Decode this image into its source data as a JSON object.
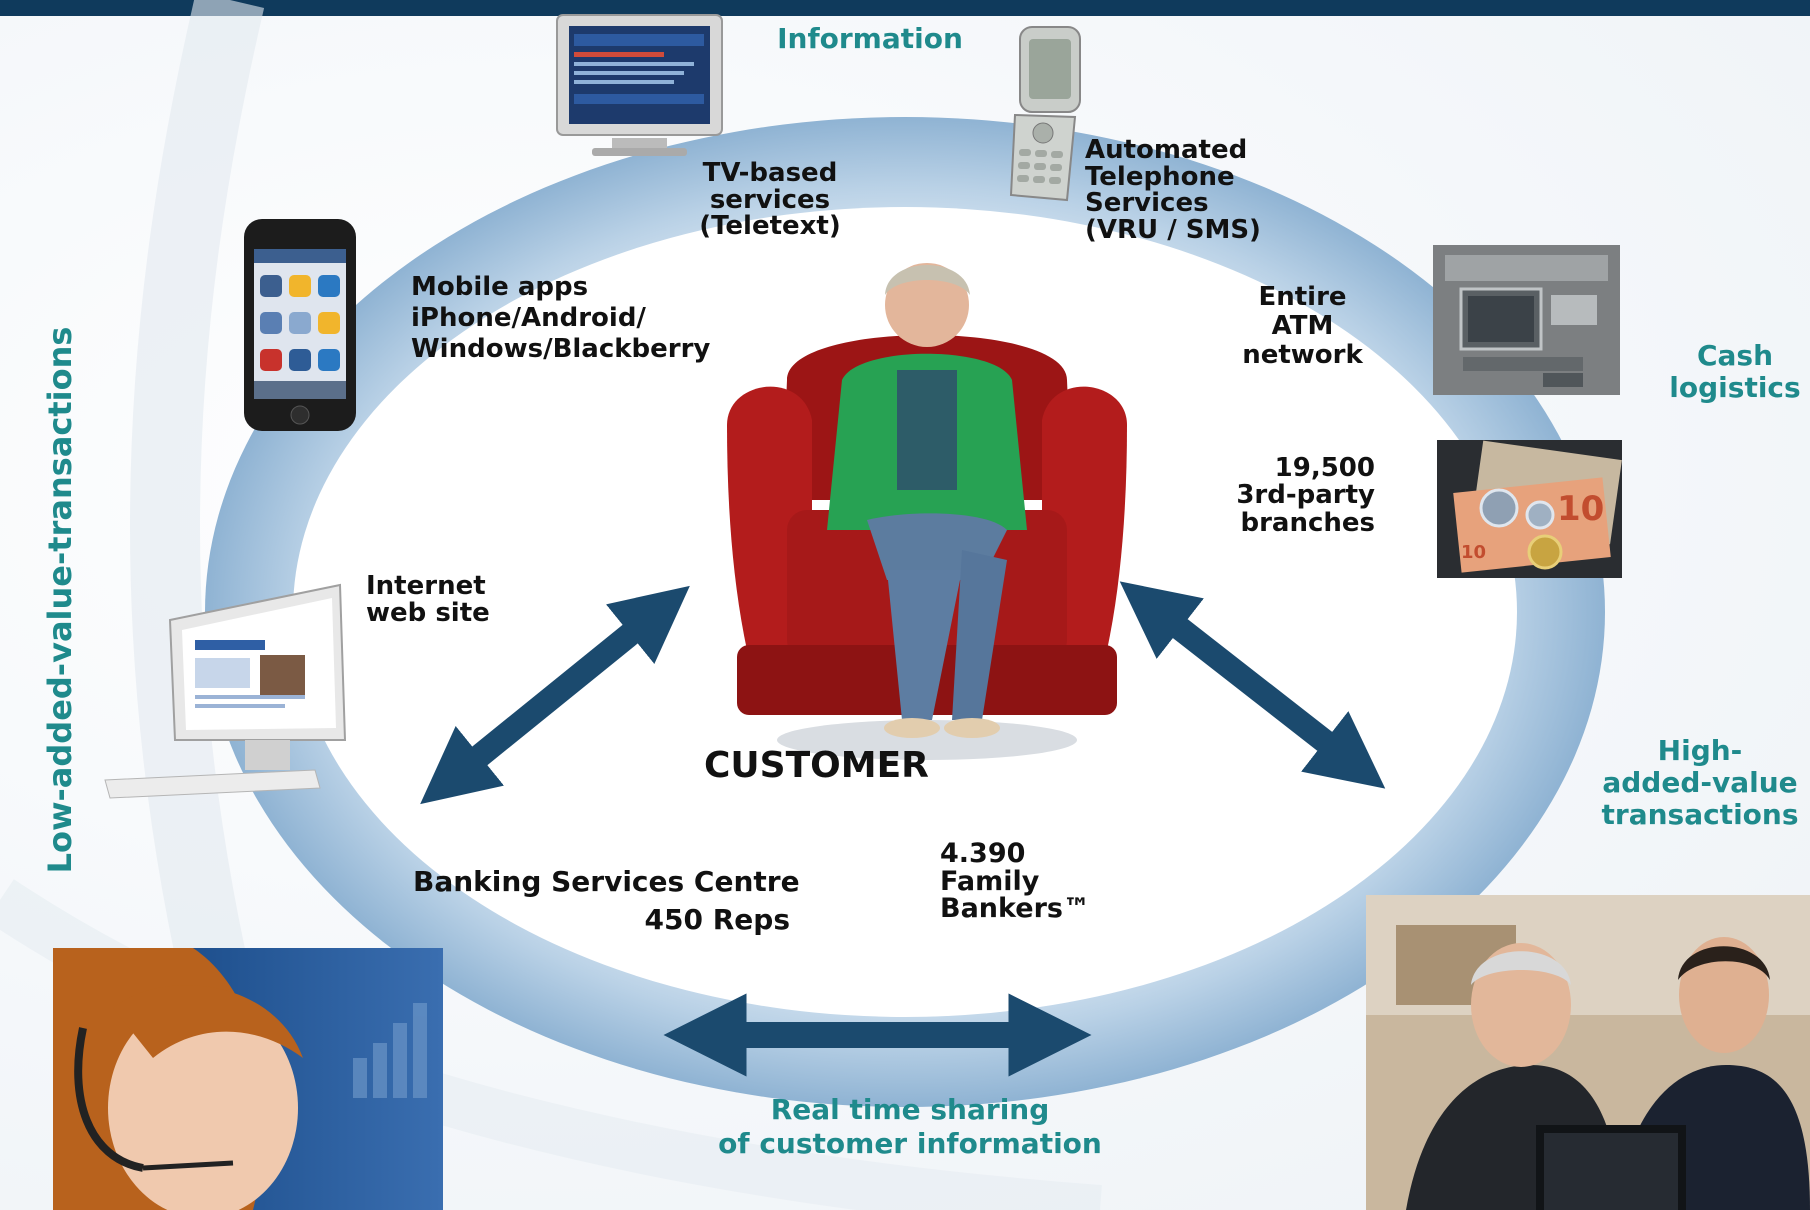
{
  "labels": {
    "information": "Information",
    "tv": "TV-based\nservices (Teletext)",
    "phone": "Automated\nTelephone\nServices\n(VRU / SMS)",
    "mobile": "Mobile apps\niPhone/Android/\nWindows/Blackberry",
    "atm": "Entire\nATM\nnetwork",
    "cash_logistics": "Cash\nlogistics",
    "branches": "19,500\n3rd-party\nbranches",
    "internet": "Internet\nweb site",
    "customer": "CUSTOMER",
    "high_value": "High-\nadded-value\ntransactions",
    "bsc_line1": "Banking Services Centre",
    "bsc_line2": "450 Reps",
    "family_bankers": "4.390\nFamily\nBankers™",
    "real_time": "Real time sharing\nof customer information",
    "low_value": "Low-added-value-transactions"
  },
  "icons": [
    "tv-icon",
    "mobile-phone-icon",
    "smartphone-icon",
    "desktop-computer-icon",
    "atm-icon",
    "euro-cash-icon",
    "customer-photo",
    "call-center-agent-photo",
    "advisors-meeting-photo"
  ],
  "colors": {
    "ring": "#a7c4de",
    "arrow": "#1b4a6e",
    "teal_text": "#1f8a8c",
    "top_bar": "#0f3a5c"
  }
}
